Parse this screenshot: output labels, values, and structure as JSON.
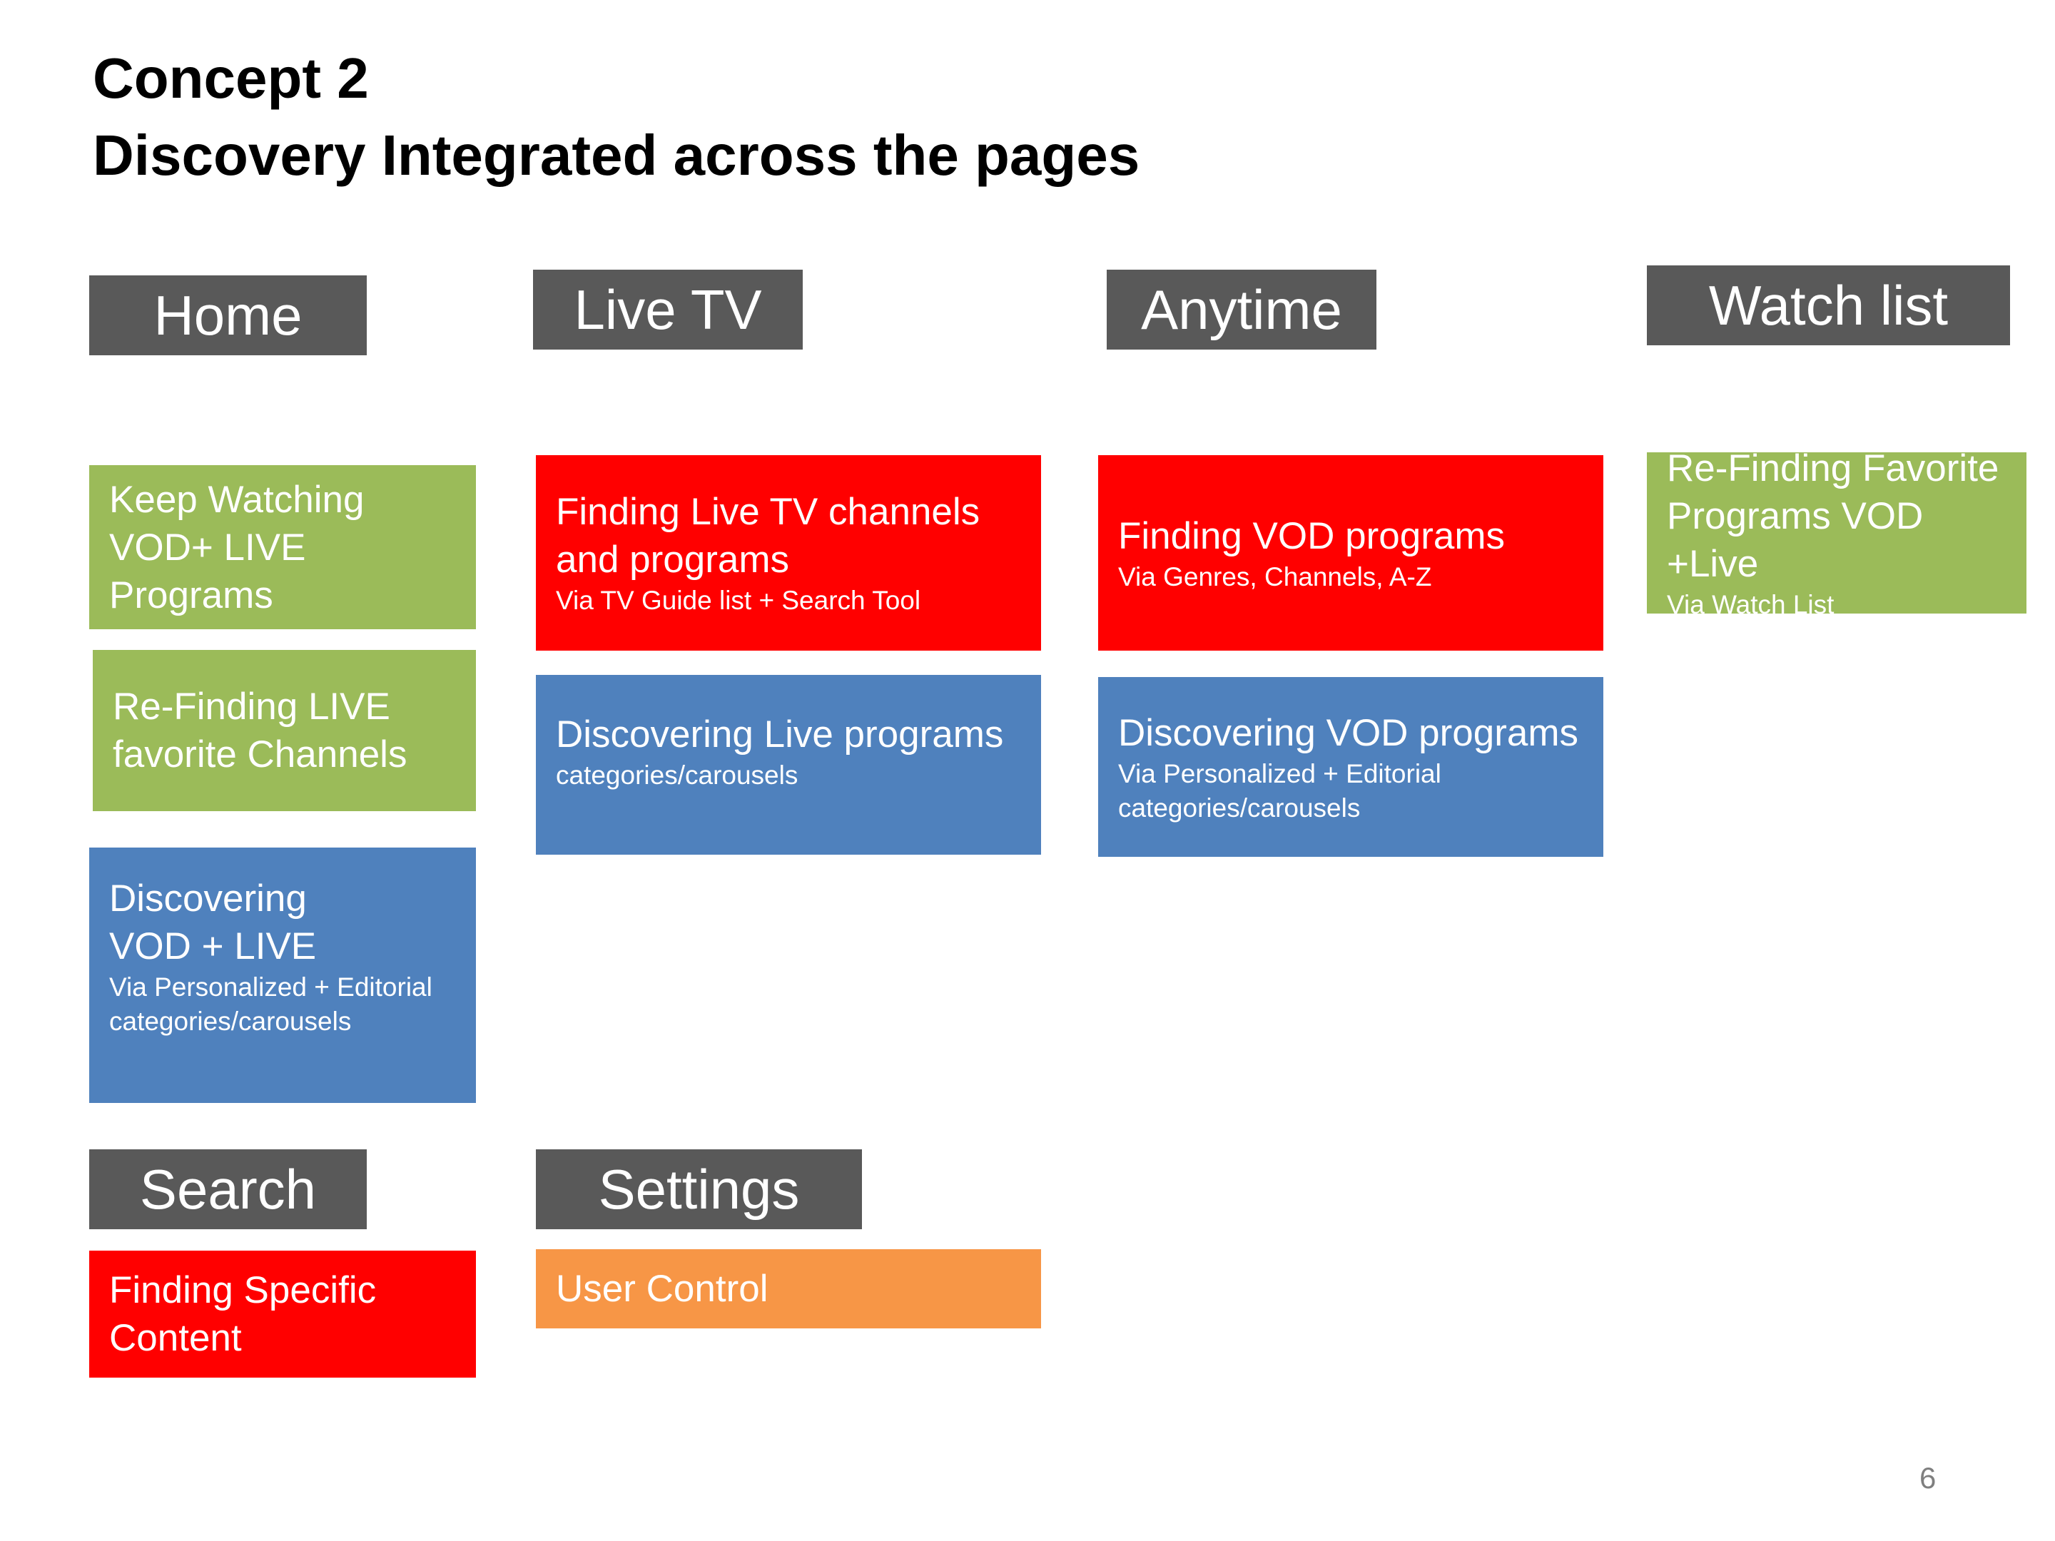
{
  "title": {
    "line1": "Concept 2",
    "line2": "Discovery Integrated across the pages"
  },
  "colors": {
    "header_gray": "#595959",
    "green": "#9BBB59",
    "red": "#FF0000",
    "blue": "#4F81BD",
    "orange": "#F79646"
  },
  "pages": {
    "home": {
      "label": "Home",
      "keep_watching": {
        "main": "Keep Watching\nVOD+ LIVE Programs"
      },
      "refinding_live": {
        "main": "Re-Finding LIVE\nfavorite Channels"
      },
      "discovering": {
        "main": "Discovering\nVOD + LIVE",
        "sub": "Via Personalized + Editorial\ncategories/carousels"
      }
    },
    "live_tv": {
      "label": "Live TV",
      "finding": {
        "main": "Finding Live TV channels\nand programs",
        "sub": "Via TV Guide list + Search Tool"
      },
      "discovering": {
        "main": "Discovering Live programs",
        "sub": "categories/carousels"
      }
    },
    "anytime": {
      "label": "Anytime",
      "finding": {
        "main": "Finding VOD programs",
        "sub": "Via Genres, Channels, A-Z"
      },
      "discovering": {
        "main": "Discovering VOD programs",
        "sub": "Via Personalized + Editorial\ncategories/carousels"
      }
    },
    "watch_list": {
      "label": "Watch list",
      "refinding": {
        "main": "Re-Finding Favorite\nPrograms VOD +Live",
        "sub": "Via Watch List"
      }
    },
    "search": {
      "label": "Search",
      "finding": {
        "main": "Finding Specific\nContent"
      }
    },
    "settings": {
      "label": "Settings",
      "user_control": {
        "main": "User Control"
      }
    }
  },
  "page_number": "6"
}
